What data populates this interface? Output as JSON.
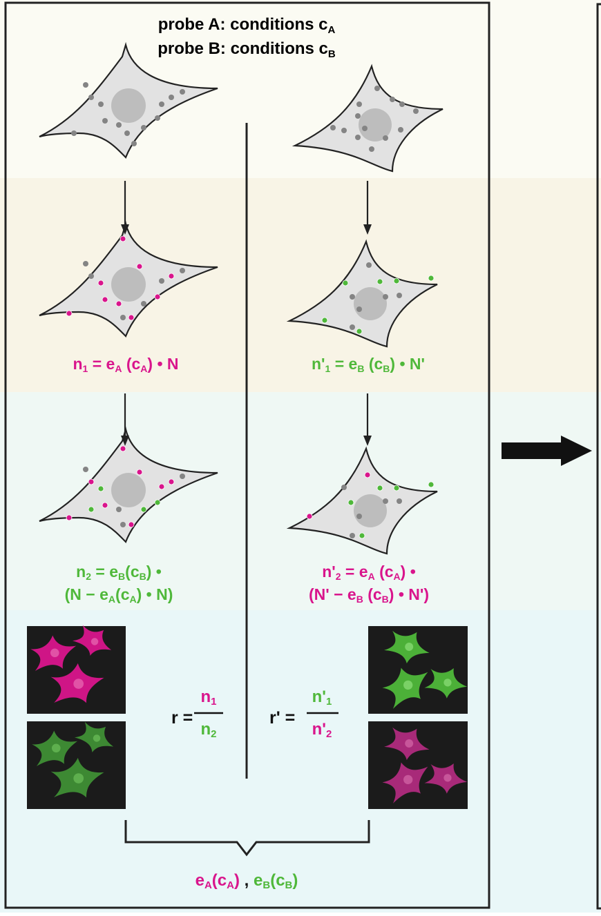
{
  "colors": {
    "probe_a": "#d9158c",
    "probe_b": "#4fb83a",
    "band_top": "#fbfbf3",
    "band_2": "#f8f4e6",
    "band_3": "#eff8f4",
    "band_4": "#e9f7f8",
    "cell_fill": "#e2e2e2",
    "nucleus": "#bdbdbd",
    "dot_gray": "#848484",
    "micrograph_bg": "#1b1b1b",
    "frame": "#222222"
  },
  "header": {
    "probe_a": {
      "prefix": "probe A: conditions c",
      "sub": "A"
    },
    "probe_b": {
      "prefix": "probe B: conditions c",
      "sub": "B"
    }
  },
  "step1": {
    "left": {
      "lhs": "n",
      "lhs_sub": "1",
      "mid": " = e",
      "mid_sub": "A",
      "arg_open": " (c",
      "arg_sub": "A",
      "tail": ") • N"
    },
    "right": {
      "lhs": "n'",
      "lhs_sub": "1",
      "mid": " = e",
      "mid_sub": "B",
      "arg_open": " (c",
      "arg_sub": "B",
      "tail": ") • N'"
    }
  },
  "step2": {
    "left": {
      "line1": {
        "lhs": "n",
        "lhs_sub": "2",
        "mid": " = e",
        "mid_sub": "B",
        "arg_open": "(c",
        "arg_sub": "B",
        "tail": ") •"
      },
      "line2": {
        "open": "(N − e",
        "e_sub": "A",
        "arg_open": "(c",
        "arg_sub": "A",
        "tail": ") • N)"
      }
    },
    "right": {
      "line1": {
        "lhs": "n'",
        "lhs_sub": "2",
        "mid": " = e",
        "mid_sub": "A",
        "arg_open": " (c",
        "arg_sub": "A",
        "tail": ") •"
      },
      "line2": {
        "open": "(N' − e",
        "e_sub": "B",
        "arg_open": " (c",
        "arg_sub": "B",
        "tail": ") • N')"
      }
    }
  },
  "ratios": {
    "left": {
      "symbol": "r =",
      "num": "n",
      "num_sub": "1",
      "den": "n",
      "den_sub": "2"
    },
    "right": {
      "symbol": "r' =",
      "num": "n'",
      "num_sub": "1",
      "den": "n'",
      "den_sub": "2"
    }
  },
  "result": {
    "a": {
      "e": "e",
      "e_sub": "A",
      "arg_open": "(c",
      "arg_sub": "A",
      "close": ")"
    },
    "sep": " , ",
    "b": {
      "e": "e",
      "e_sub": "B",
      "arg_open": "(c",
      "arg_sub": "B",
      "close": ")"
    }
  }
}
